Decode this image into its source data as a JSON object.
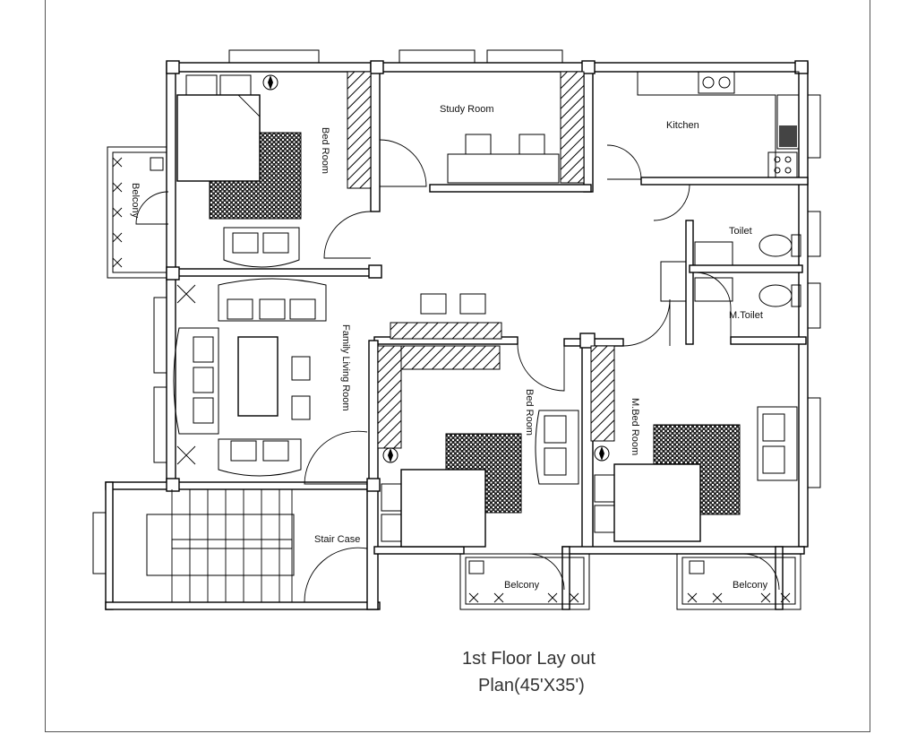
{
  "rooms": {
    "bed_room_1": "Bed Room",
    "study_room": "Study Room",
    "kitchen": "Kitchen",
    "belcony_left": "Belcony",
    "toilet": "Toilet",
    "m_toilet": "M.Toilet",
    "family_living_room": "Family  Living Room",
    "bed_room_2": "Bed Room",
    "m_bed_room": "M.Bed Room",
    "stair_case": "Stair Case",
    "belcony_bottom_1": "Belcony",
    "belcony_bottom_2": "Belcony"
  },
  "title": {
    "line1": "1st Floor Lay out",
    "line2": "Plan(45'X35')"
  }
}
